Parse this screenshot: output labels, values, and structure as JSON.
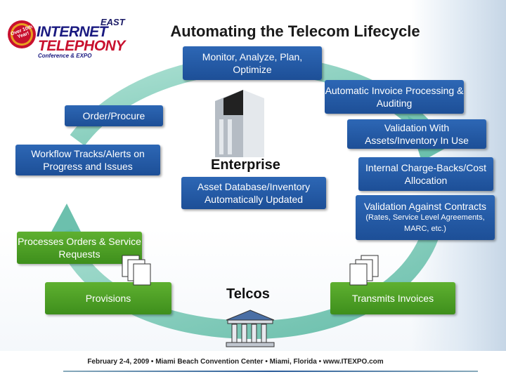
{
  "logo": {
    "badge": "Over 10th Year!",
    "east": "EAST",
    "line1": "INTERNET",
    "line2": "TELEPHONY",
    "line3": "Conference & EXPO"
  },
  "title": "Automating the Telecom Lifecycle",
  "boxes": {
    "monitor": "Monitor, Analyze, Plan, Optimize",
    "invoice_processing": "Automatic Invoice Processing & Auditing",
    "order_procure": "Order/Procure",
    "validation_assets": "Validation With Assets/Inventory In Use",
    "workflow": "Workflow Tracks/Alerts on Progress and Issues",
    "asset_database": "Asset Database/Inventory Automatically Updated",
    "chargebacks": "Internal Charge-Backs/Cost Allocation",
    "validation_contracts_main": "Validation Against Contracts",
    "validation_contracts_small": "(Rates, Service Level Agreements, MARC, etc.)",
    "processes_orders": "Processes Orders & Service Requests",
    "provisions": "Provisions",
    "transmits_invoices": "Transmits Invoices"
  },
  "labels": {
    "enterprise": "Enterprise",
    "telcos": "Telcos"
  },
  "footer": "February 2-4, 2009 • Miami Beach Convention Center • Miami, Florida • www.ITEXPO.com",
  "colors": {
    "blue_box": "#2d67b5",
    "green_box": "#4ca126",
    "cycle_arrow": "#6cc3b0"
  },
  "icons": [
    "building-icon",
    "bank-icon",
    "documents-icon"
  ]
}
